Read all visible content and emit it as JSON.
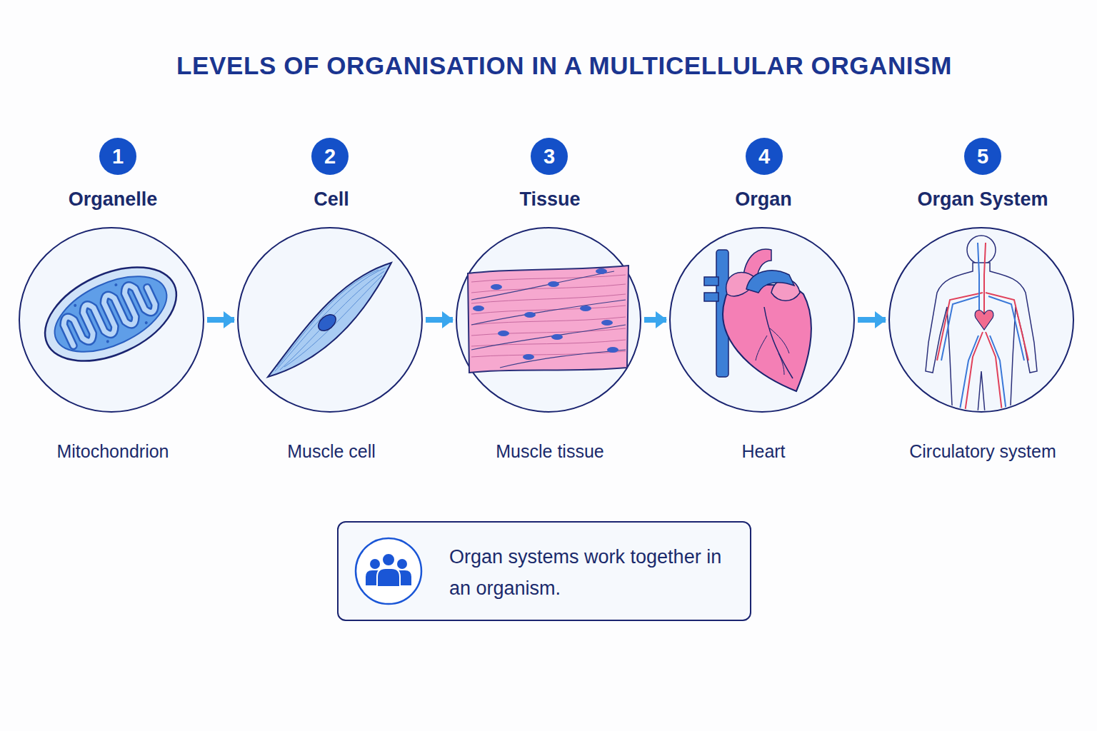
{
  "diagram": {
    "title": "LEVELS OF ORGANISATION IN A MULTICELLULAR ORGANISM",
    "nodes": [
      {
        "text": [
          "1"
        ]
      },
      {
        "text": [
          "Organelle",
          "Mitochondrion"
        ]
      },
      {
        "text": [
          "2"
        ]
      },
      {
        "text": [
          "Cell",
          "Muscle cell"
        ]
      },
      {
        "text": [
          "3"
        ]
      },
      {
        "text": [
          "Tissue",
          "Muscle tissue"
        ]
      },
      {
        "text": [
          "4"
        ]
      },
      {
        "text": [
          "Organ",
          "Heart"
        ]
      },
      {
        "text": [
          "5"
        ]
      },
      {
        "text": [
          "Organ System",
          "Circulatory system"
        ]
      },
      {
        "text": [
          "Organ systems work together in an organism."
        ]
      }
    ],
    "edges": [
      {
        "from": 1,
        "to": 3,
        "arrow": "to"
      },
      {
        "from": 3,
        "to": 5,
        "arrow": "to"
      },
      {
        "from": 5,
        "to": 7,
        "arrow": "to"
      },
      {
        "from": 7,
        "to": 9,
        "arrow": "to"
      }
    ]
  }
}
